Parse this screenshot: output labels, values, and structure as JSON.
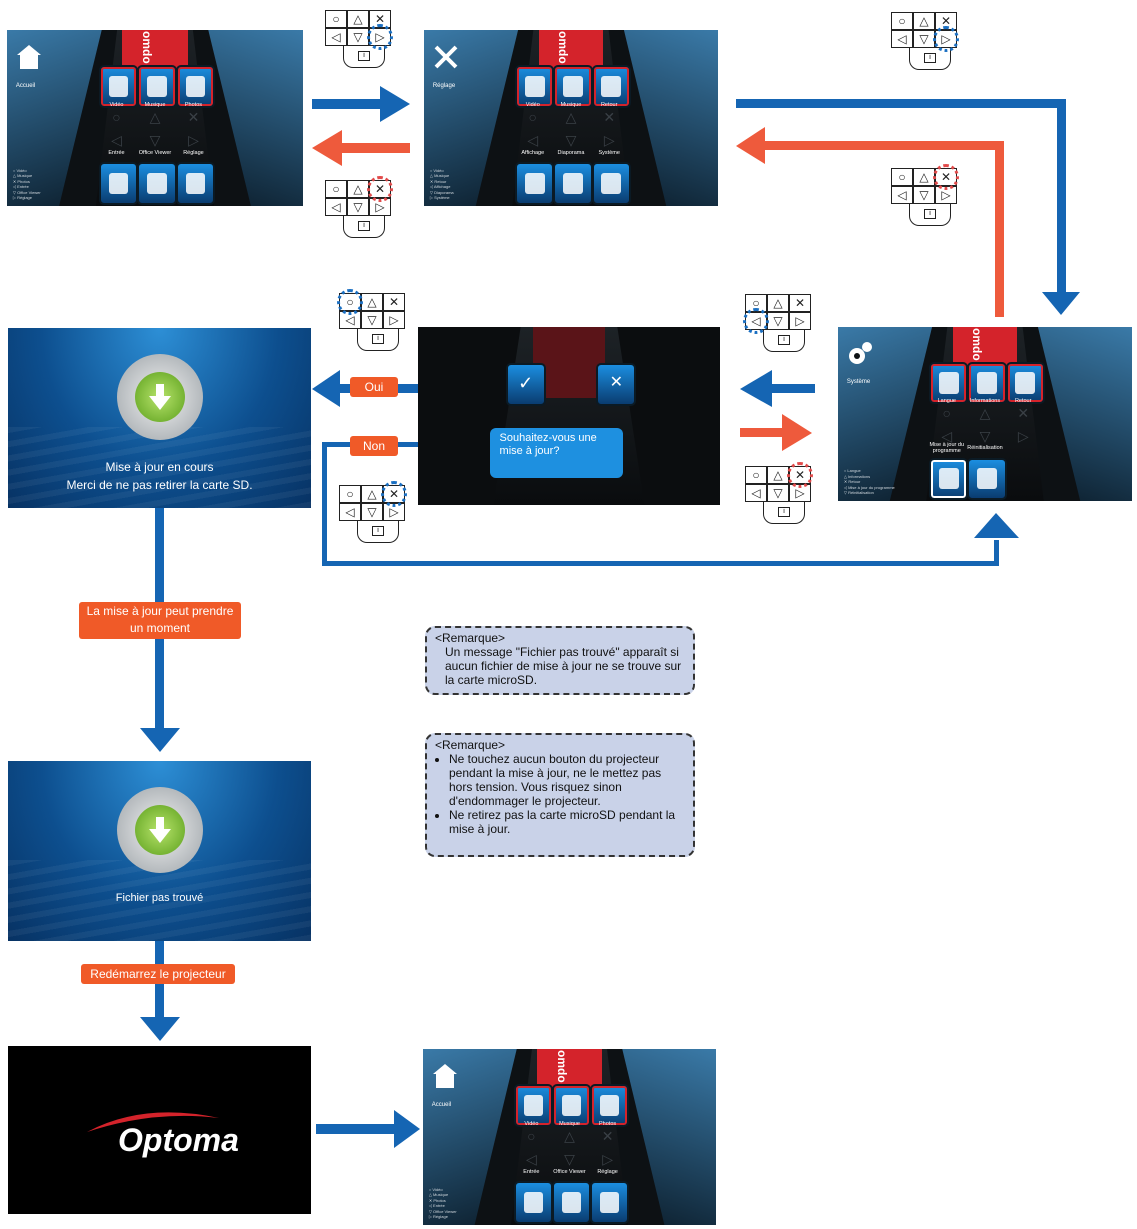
{
  "colors": {
    "flow_blue": "#1565b3",
    "back_orange": "#ee5a3c",
    "tag_orange": "#f05a28",
    "highlight_blue": "#1a6fc2",
    "highlight_red": "#e14b4b",
    "note_fill": "#c9d2e8"
  },
  "remote": {
    "circle": "○",
    "triangle": "△",
    "cross": "✕",
    "left": "◁",
    "down": "▽",
    "right": "▷",
    "info": "i"
  },
  "home_menu": {
    "title": "Accueil",
    "tiles": [
      "Vidéo",
      "Musique",
      "Photos",
      "Entrée",
      "Office Viewer",
      "Réglage"
    ],
    "legend": [
      "Vidéo",
      "Musique",
      "Photos",
      "Entrée",
      "Office Viewer",
      "Réglage"
    ],
    "brand": "omdo"
  },
  "setup_menu": {
    "title": "Réglage",
    "tiles": [
      "Vidéo",
      "Musique",
      "Retour",
      "Affichage",
      "Diaporama",
      "Système"
    ],
    "legend": [
      "Vidéo",
      "Musique",
      "Retour",
      "Affichage",
      "Diaporama",
      "Système"
    ]
  },
  "system_menu": {
    "title": "Système",
    "tiles": [
      "Langue",
      "Informations",
      "Retour",
      "Mise à jour du programme",
      "Réinitialisation"
    ],
    "legend": [
      "Langue",
      "Informations",
      "Retour",
      "Mise à jour du programme",
      "Réinitialisation"
    ]
  },
  "dialog": {
    "question": "Souhaitez-vous une mise à jour?"
  },
  "labels": {
    "yes": "Oui",
    "no": "Non",
    "wait": "La mise à jour peut prendre un moment",
    "restart": "Redémarrez le projecteur"
  },
  "updating": {
    "line1": "Mise à jour en cours",
    "line2": "Merci de ne pas retirer la carte SD."
  },
  "not_found": {
    "text": "Fichier pas trouvé"
  },
  "boot": {
    "logo": "Optoma"
  },
  "note1": {
    "header": "<Remarque>",
    "text": "Un message \"Fichier pas trouvé\" apparaît si aucun fichier de mise à jour ne se trouve sur la carte microSD."
  },
  "note2": {
    "header": "<Remarque>",
    "items": [
      "Ne touchez aucun bouton du projecteur pendant la mise à jour, ne le mettez pas hors tension. Vous risquez sinon d'endommager le projecteur.",
      "Ne retirez pas la carte microSD pendant la mise à jour."
    ]
  }
}
